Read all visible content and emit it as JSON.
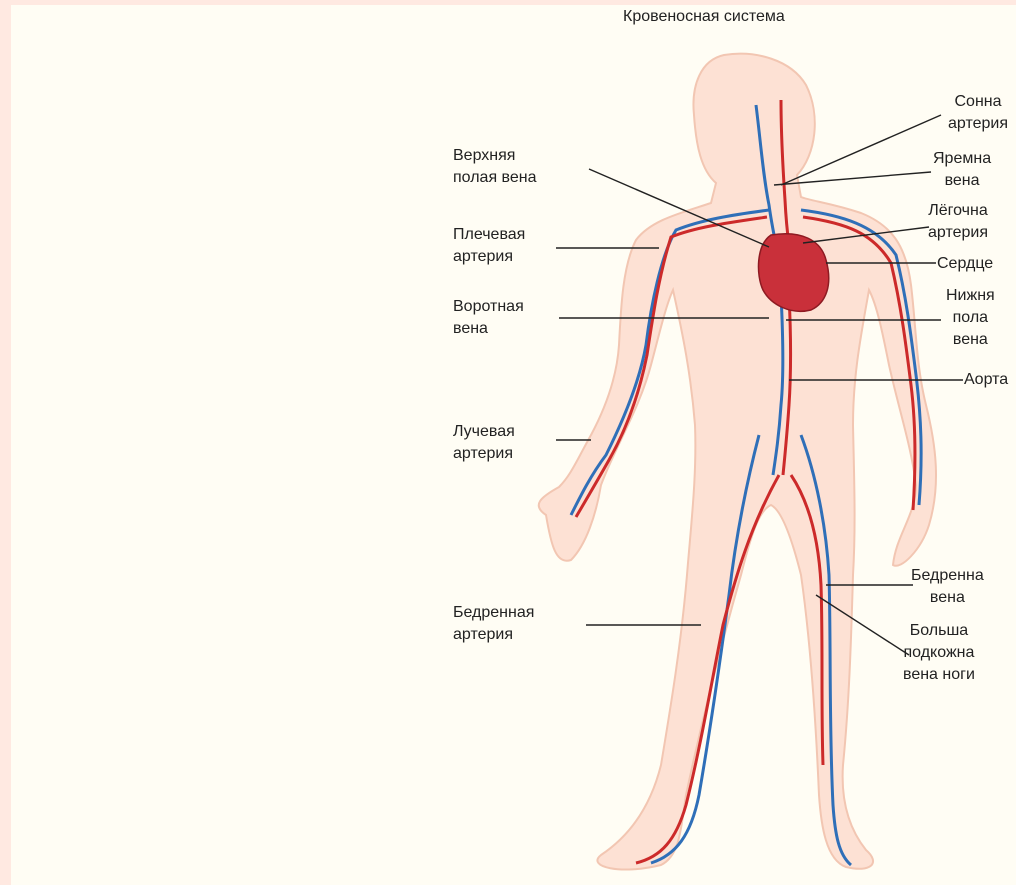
{
  "title": "Кровеносная система",
  "labels": {
    "superior_vena_cava": "Верхняя\nполая вена",
    "brachial_artery": "Плечевая\nартерия",
    "portal_vein": "Воротная\nвена",
    "radial_artery": "Лучевая\nартерия",
    "femoral_artery": "Бедренная\nартерия",
    "carotid_artery": "Сонна\nартерия",
    "jugular_vein": "Яремна\nвена",
    "pulmonary_artery": "Лёгочна\nартерия",
    "heart": "Сердце",
    "inferior_vena_cava": "Нижня\nпола\nвена",
    "aorta": "Аорта",
    "femoral_vein": "Бедренна\nвена",
    "great_saphenous_vein": "Больша\nподкожна\nвена ноги"
  },
  "colors": {
    "page_border": "#ffe9e1",
    "panel": "#fffdf4",
    "body_fill": "#fde1d4",
    "body_outline": "#f2c6b2",
    "artery": "#cc2a2a",
    "vein": "#2f6fb8",
    "heart": "#c9303a",
    "leader_line": "#222222"
  }
}
